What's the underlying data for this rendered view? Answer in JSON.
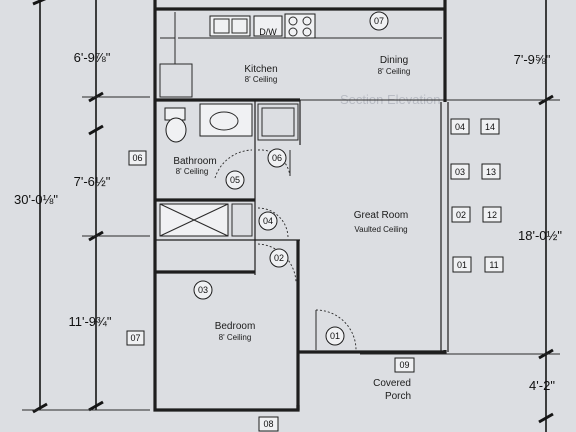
{
  "rooms": {
    "kitchen": {
      "name": "Kitchen",
      "ceiling": "8' Ceiling"
    },
    "dining": {
      "name": "Dining",
      "ceiling": "8' Ceiling"
    },
    "bathroom": {
      "name": "Bathroom",
      "ceiling": "8' Ceiling"
    },
    "great_room": {
      "name": "Great Room",
      "ceiling": "Vaulted Ceiling"
    },
    "bedroom": {
      "name": "Bedroom",
      "ceiling": "8' Ceiling"
    },
    "porch": {
      "line1": "Covered",
      "line2": "Porch"
    }
  },
  "appliance": {
    "dw": "D/W"
  },
  "faint_text": "Section Elevation",
  "dimensions": {
    "left_top": "6'-9⅞\"",
    "left_mid": "7'-6½\"",
    "left_overall": "30'-0⅛\"",
    "left_bottom": "11'-9¾\"",
    "right_top": "7'-9⅝\"",
    "right_mid": "18'-0½\"",
    "right_bottom": "4'-2\""
  },
  "door_tags": {
    "d01": "01",
    "d02": "02",
    "d03": "03",
    "d04": "04",
    "d05": "05",
    "d06": "06",
    "d07": "07"
  },
  "window_tags": {
    "w01": "01",
    "w02": "02",
    "w03": "03",
    "w04": "04",
    "w06": "06",
    "w07": "07",
    "w08": "08",
    "w09": "09",
    "w11": "11",
    "w12": "12",
    "w13": "13",
    "w14": "14"
  }
}
